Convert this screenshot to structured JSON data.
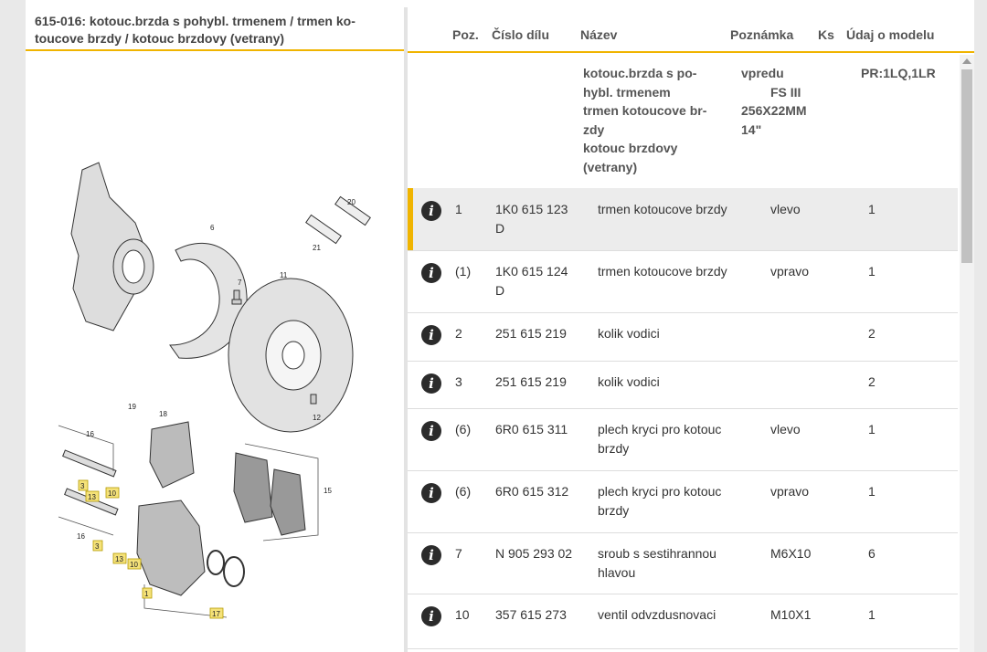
{
  "left_panel": {
    "title": "615-016: kotouc.brzda s pohybl. trmenem / trmen ko-toucove brzdy / kotouc brzdovy (vetrany)",
    "diagram_labels": [
      "1",
      "3",
      "6",
      "7",
      "10",
      "11",
      "12",
      "13",
      "15",
      "16",
      "17",
      "18",
      "19",
      "20",
      "21"
    ]
  },
  "table": {
    "headers": {
      "poz": "Poz.",
      "cislo": "Číslo dílu",
      "nazev": "Název",
      "poznamka": "Poznámka",
      "ks": "Ks",
      "udaj": "Údaj o modelu"
    },
    "group": {
      "nazev_lines": [
        "kotouc.brzda s po-",
        "hybl. trmenem",
        "trmen kotoucove br-",
        "zdy",
        "kotouc brzdovy",
        "(vetrany)"
      ],
      "poznamka_lines": [
        "vpredu",
        "FS III",
        "256X22MM",
        "14\""
      ],
      "udaj": "PR:1LQ,1LR"
    },
    "rows": [
      {
        "poz": "1",
        "cislo": "1K0 615 123 D",
        "nazev": "trmen kotoucove brzdy",
        "poznamka": "vlevo",
        "ks": "1",
        "selected": true
      },
      {
        "poz": "(1)",
        "cislo": "1K0 615 124 D",
        "nazev": "trmen kotoucove brzdy",
        "poznamka": "vpravo",
        "ks": "1",
        "selected": false
      },
      {
        "poz": "2",
        "cislo": "251 615 219",
        "nazev": "kolik vodici",
        "poznamka": "",
        "ks": "2",
        "selected": false
      },
      {
        "poz": "3",
        "cislo": "251 615 219",
        "nazev": "kolik vodici",
        "poznamka": "",
        "ks": "2",
        "selected": false
      },
      {
        "poz": "(6)",
        "cislo": "6R0 615 311",
        "nazev": "plech kryci pro kotouc brzdy",
        "poznamka": "vlevo",
        "ks": "1",
        "selected": false
      },
      {
        "poz": "(6)",
        "cislo": "6R0 615 312",
        "nazev": "plech kryci pro kotouc brzdy",
        "poznamka": "vpravo",
        "ks": "1",
        "selected": false
      },
      {
        "poz": "7",
        "cislo": "N   905 293 02",
        "nazev": "sroub s sestihrannou hlavou",
        "poznamka": "M6X10",
        "ks": "6",
        "selected": false
      },
      {
        "poz": "10",
        "cislo": "357 615 273",
        "nazev": "ventil odvzdusnovaci",
        "poznamka": "M10X1",
        "ks": "1",
        "selected": false
      }
    ],
    "info_icon_glyph": "i"
  },
  "colors": {
    "accent": "#f0b400",
    "selected_row": "#ececec",
    "info_icon": "#2b2b2b"
  }
}
